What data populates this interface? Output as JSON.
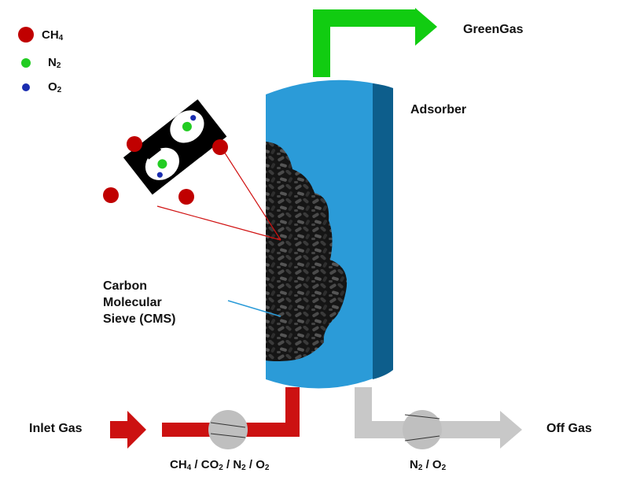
{
  "legend": [
    {
      "formula": "CH",
      "sub": "4",
      "color": "#c00000"
    },
    {
      "formula": "N",
      "sub": "2",
      "color": "#22cc22"
    },
    {
      "formula": "O",
      "sub": "2",
      "color": "#1a2db0"
    }
  ],
  "labels": {
    "green_gas": "GreenGas",
    "adsorber": "Adsorber",
    "cms_line1": "Carbon",
    "cms_line2": "Molecular",
    "cms_line3": "Sieve (CMS)",
    "inlet_gas": "Inlet Gas",
    "off_gas": "Off Gas"
  },
  "inlet_composition": [
    {
      "formula": "CH",
      "sub": "4"
    },
    {
      "formula": "CO",
      "sub": "2"
    },
    {
      "formula": "N",
      "sub": "2"
    },
    {
      "formula": "O",
      "sub": "2"
    }
  ],
  "inlet_separator": " / ",
  "off_composition": [
    {
      "formula": "N",
      "sub": "2"
    },
    {
      "formula": "O",
      "sub": "2"
    }
  ],
  "colors": {
    "adsorber": "#2b9bd8",
    "adsorber_side": "#0d5e8c",
    "product_line": "#11cc11",
    "inlet_line": "#cc1111",
    "off_line": "#c8c8c8",
    "valve": "#bfbfbf",
    "ch4": "#c00000",
    "n2": "#22cc22",
    "o2": "#1a2db0"
  }
}
